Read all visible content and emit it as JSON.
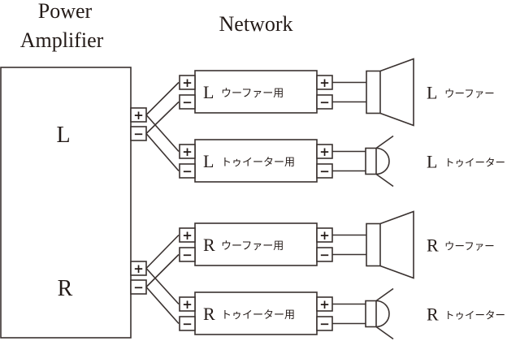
{
  "headings": {
    "amp_line1": "Power",
    "amp_line2": "Amplifier",
    "network": "Network"
  },
  "amplifier": {
    "channels": [
      {
        "label": "L",
        "plus": "+",
        "minus": "−"
      },
      {
        "label": "R",
        "plus": "+",
        "minus": "−"
      }
    ]
  },
  "networks": [
    {
      "channel": "L",
      "name": "ウーファー用",
      "plus": "+",
      "minus": "−"
    },
    {
      "channel": "L",
      "name": "トゥイーター用",
      "plus": "+",
      "minus": "−"
    },
    {
      "channel": "R",
      "name": "ウーファー用",
      "plus": "+",
      "minus": "−"
    },
    {
      "channel": "R",
      "name": "トゥイーター用",
      "plus": "+",
      "minus": "−"
    }
  ],
  "speakers": [
    {
      "channel": "L",
      "name": "ウーファー",
      "type": "woofer"
    },
    {
      "channel": "L",
      "name": "トゥイーター",
      "type": "tweeter"
    },
    {
      "channel": "R",
      "name": "ウーファー",
      "type": "woofer"
    },
    {
      "channel": "R",
      "name": "トゥイーター",
      "type": "tweeter"
    }
  ]
}
